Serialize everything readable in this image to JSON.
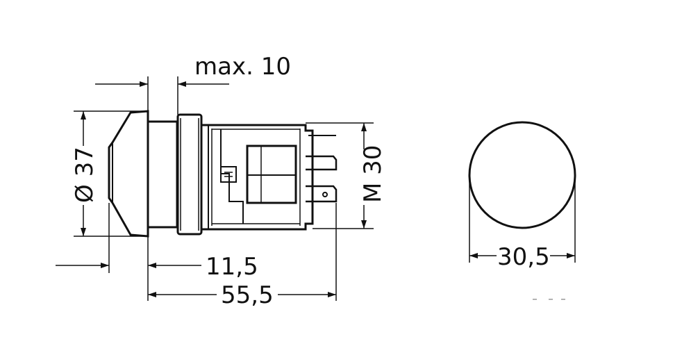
{
  "dimensions": {
    "max_depth": "max. 10",
    "diameter": "Ø 37",
    "thread": "M 30",
    "length_a": "11,5",
    "length_b": "55,5",
    "cutout": "30,5"
  }
}
